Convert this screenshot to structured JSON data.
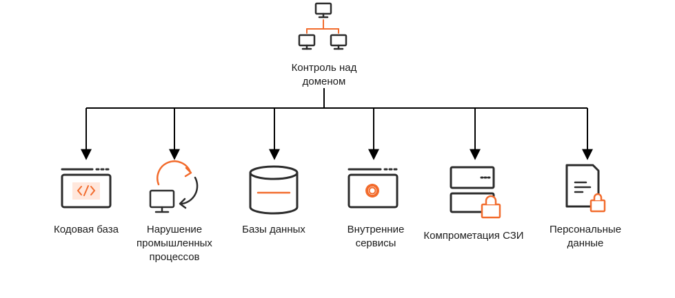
{
  "colors": {
    "accent": "#f26b2c",
    "stroke": "#2b2b2b",
    "line": "#000000"
  },
  "root": {
    "label": "Контроль над\nдоменом",
    "icon": "network-computers-icon"
  },
  "targets": [
    {
      "label": "Кодовая база",
      "icon": "code-window-icon"
    },
    {
      "label": "Нарушение\nпромышленных\nпроцессов",
      "icon": "monitor-refresh-icon"
    },
    {
      "label": "Базы данных",
      "icon": "database-icon"
    },
    {
      "label": "Внутренние\nсервисы",
      "icon": "gear-window-icon"
    },
    {
      "label": "Компрометация СЗИ",
      "icon": "server-lock-icon"
    },
    {
      "label": "Персональные\nданные",
      "icon": "document-lock-icon"
    }
  ]
}
